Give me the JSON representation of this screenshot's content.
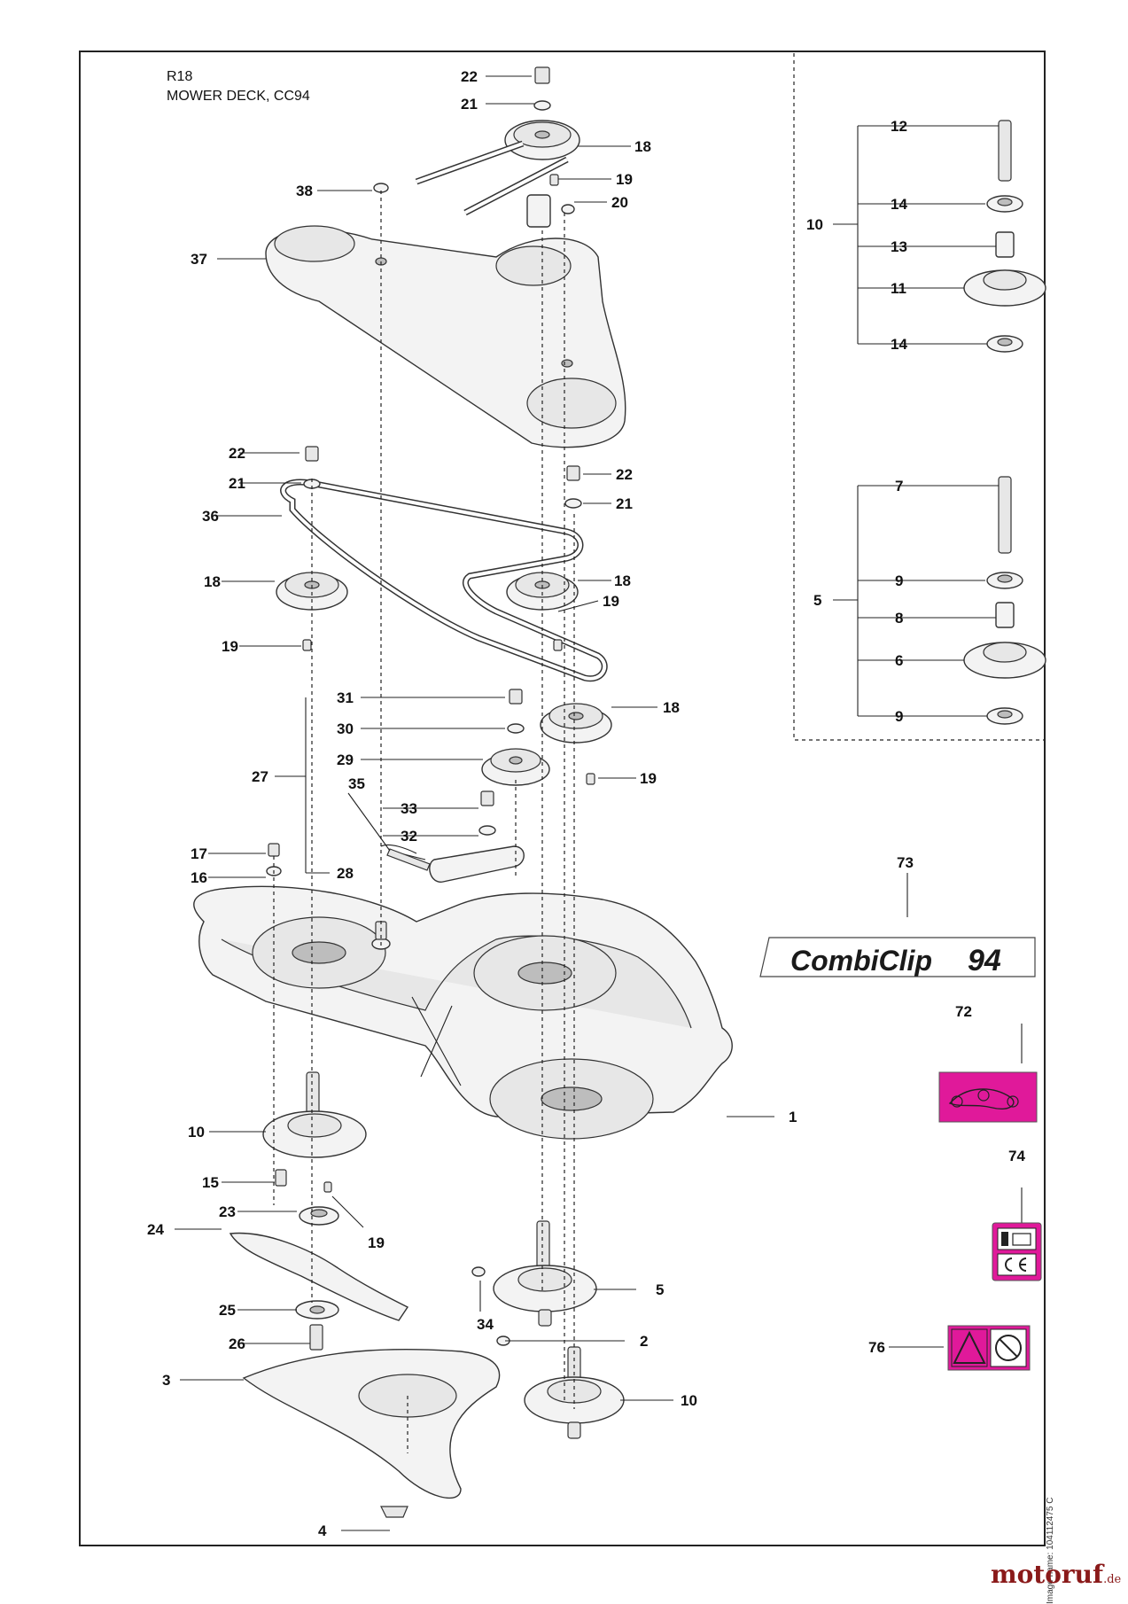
{
  "diagram": {
    "code": "R18",
    "title": "MOWER DECK, CC94",
    "image_name": "Image name: 104112475 C",
    "watermark_main": "motoruf",
    "watermark_suffix": ".de",
    "logo_text": "CombiClip",
    "logo_number": "94",
    "callouts": [
      "1",
      "2",
      "3",
      "4",
      "5",
      "5",
      "6",
      "7",
      "8",
      "9",
      "9",
      "10",
      "10",
      "10",
      "11",
      "12",
      "13",
      "14",
      "14",
      "15",
      "16",
      "17",
      "18",
      "18",
      "18",
      "18",
      "19",
      "19",
      "19",
      "19",
      "19",
      "20",
      "21",
      "21",
      "21",
      "22",
      "22",
      "22",
      "23",
      "24",
      "25",
      "26",
      "27",
      "28",
      "29",
      "30",
      "31",
      "32",
      "33",
      "34",
      "35",
      "36",
      "37",
      "38",
      "72",
      "73",
      "74",
      "76"
    ],
    "colors": {
      "label_magenta": "#e0199a",
      "line": "#222222",
      "part_fill": "#f3f3f3"
    }
  }
}
